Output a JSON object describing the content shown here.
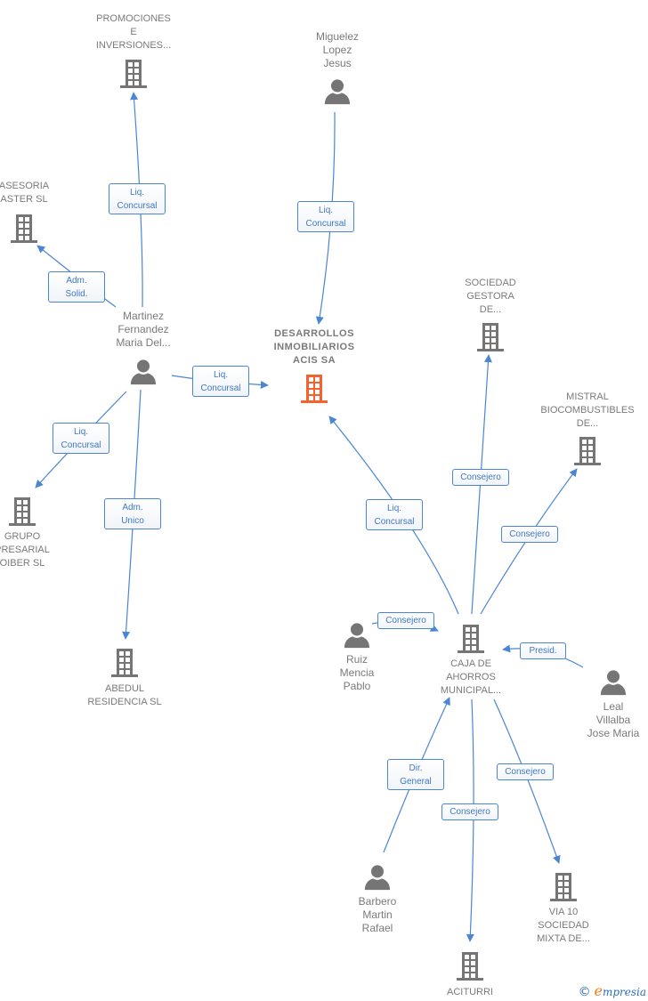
{
  "colors": {
    "edge": "#4a86d4",
    "node_icon": "#757575",
    "focus_icon": "#f4622e",
    "label_text": "#7a7a7a",
    "edge_label_text": "#3f78c6"
  },
  "nodes": [
    {
      "id": "promociones",
      "type": "company",
      "label": "PROMOCIONES\nE\nINVERSIONES..."
    },
    {
      "id": "miguelez",
      "type": "person",
      "label": "Miguelez\nLopez\nJesus"
    },
    {
      "id": "asesoria",
      "type": "company",
      "label": "ASESORIA\nASTER SL"
    },
    {
      "id": "martinez",
      "type": "person",
      "label": "Martinez\nFernandez\nMaria Del..."
    },
    {
      "id": "desarrollos",
      "type": "focus",
      "label": "DESARROLLOS\nINMOBILIARIOS\nACIS SA"
    },
    {
      "id": "sociedad_gestora",
      "type": "company",
      "label": "SOCIEDAD\nGESTORA\nDE..."
    },
    {
      "id": "mistral",
      "type": "company",
      "label": "MISTRAL\nBIOCOMBUSTIBLES\nDE..."
    },
    {
      "id": "grupo",
      "type": "company",
      "label": "GRUPO\nPRESARIAL\nOIBER SL"
    },
    {
      "id": "abedul",
      "type": "company",
      "label": "ABEDUL\nRESIDENCIA SL"
    },
    {
      "id": "ruiz",
      "type": "person",
      "label": "Ruiz\nMencia\nPablo"
    },
    {
      "id": "caja",
      "type": "company",
      "label": "CAJA DE\nAHORROS\nMUNICIPAL..."
    },
    {
      "id": "leal",
      "type": "person",
      "label": "Leal\nVillalba\nJose Maria"
    },
    {
      "id": "barbero",
      "type": "person",
      "label": "Barbero\nMartin\nRafael"
    },
    {
      "id": "via10",
      "type": "company",
      "label": "VIA 10\nSOCIEDAD\nMIXTA DE..."
    },
    {
      "id": "aciturri",
      "type": "company",
      "label": "ACITURRI"
    }
  ],
  "edges": [
    {
      "from": "martinez",
      "to": "promociones",
      "label": "Liq.\nConcursal"
    },
    {
      "from": "miguelez",
      "to": "desarrollos",
      "label": "Liq.\nConcursal"
    },
    {
      "from": "martinez",
      "to": "asesoria",
      "label": "Adm.\nSolid."
    },
    {
      "from": "martinez",
      "to": "desarrollos",
      "label": "Liq.\nConcursal"
    },
    {
      "from": "martinez",
      "to": "grupo",
      "label": "Liq.\nConcursal"
    },
    {
      "from": "martinez",
      "to": "abedul",
      "label": "Adm.\nUnico"
    },
    {
      "from": "caja",
      "to": "desarrollos",
      "label": "Liq.\nConcursal"
    },
    {
      "from": "caja",
      "to": "sociedad_gestora",
      "label": "Consejero"
    },
    {
      "from": "caja",
      "to": "mistral",
      "label": "Consejero"
    },
    {
      "from": "ruiz",
      "to": "caja",
      "label": "Consejero"
    },
    {
      "from": "leal",
      "to": "caja",
      "label": "Presid."
    },
    {
      "from": "barbero",
      "to": "caja",
      "label": "Dir.\nGeneral"
    },
    {
      "from": "caja",
      "to": "aciturri",
      "label": "Consejero"
    },
    {
      "from": "caja",
      "to": "via10",
      "label": "Consejero"
    }
  ],
  "brand": {
    "copyright": "©",
    "initial": "e",
    "rest": "mpresia"
  }
}
